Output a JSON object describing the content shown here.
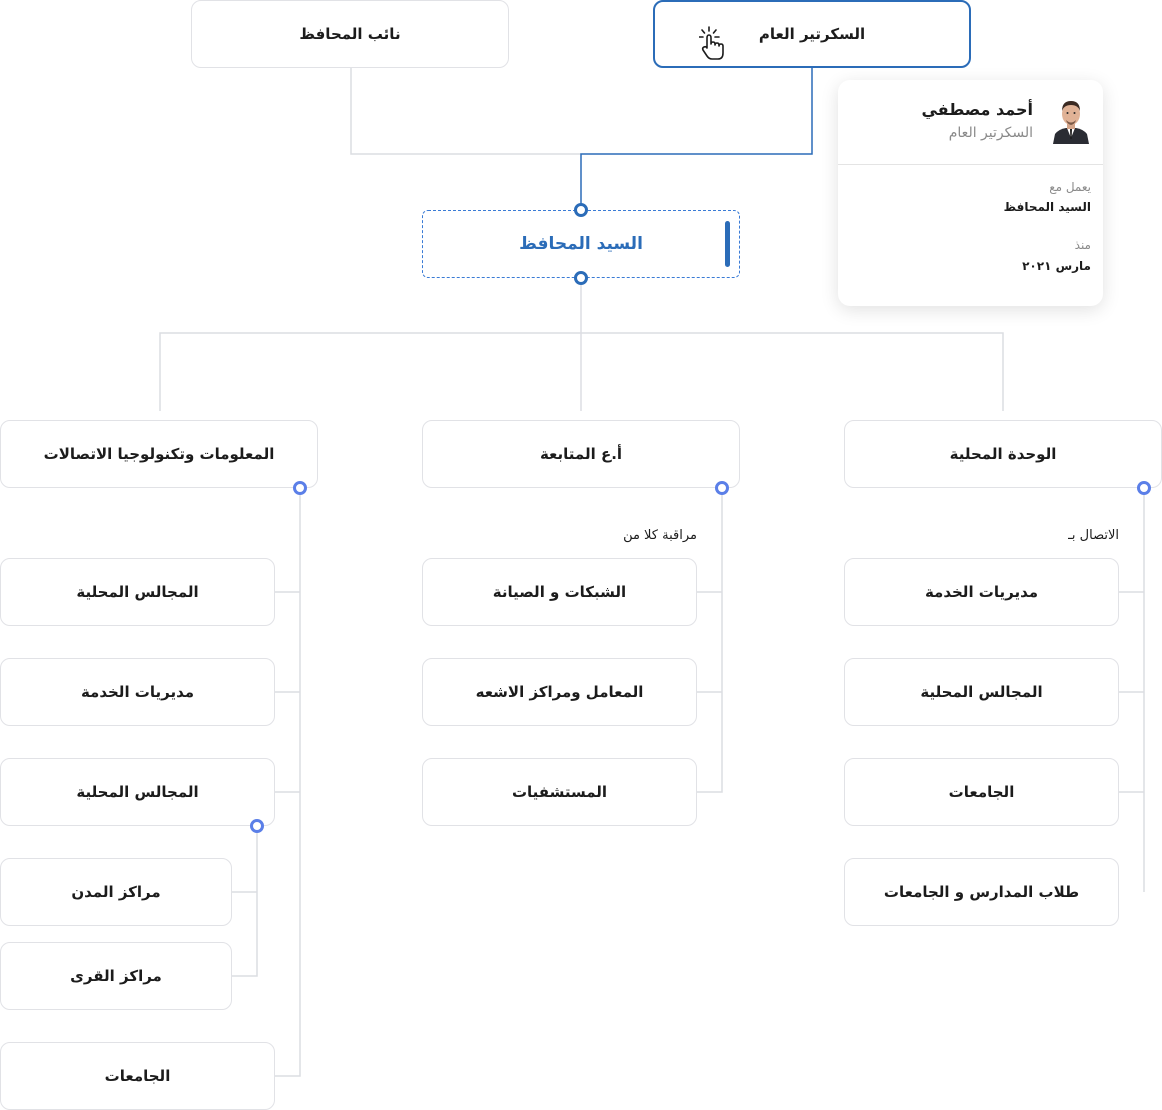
{
  "top": {
    "deputy": "نائب المحافظ",
    "secretary": "السكرتير العام"
  },
  "center": {
    "governor": "السيد المحافظ"
  },
  "profile_card": {
    "name": "أحمد مصطفي",
    "role": "السكرتير العام",
    "works_with_label": "يعمل مع",
    "works_with_value": "السيد المحافظ",
    "since_label": "منذ",
    "since_value": "مارس ٢٠٢١"
  },
  "columns": {
    "local_unit": {
      "title": "الوحدة المحلية",
      "caption": "الاتصال بـ",
      "items": [
        "مديريات الخدمة",
        "المجالس المحلية",
        "الجامعات",
        "طلاب المدارس و الجامعات"
      ]
    },
    "follow_up": {
      "title": "أ.ع المتابعة",
      "caption": "مراقبة كلا من",
      "items": [
        "الشبكات و الصيانة",
        "المعامل ومراكز الاشعه",
        "المستشفيات"
      ]
    },
    "ict": {
      "title": "المعلومات وتكنولوجيا الاتصالات",
      "items": [
        "المجالس المحلية",
        "مديريات الخدمة",
        "المجالس المحلية"
      ],
      "sub_items": [
        "مراكز المدن",
        "مراكز القرى"
      ],
      "last_item": "الجامعات"
    }
  },
  "colors": {
    "accent": "#2b6cb8",
    "dot": "#5b7fe8",
    "line": "#dcdde2",
    "text": "#1c1c1c"
  }
}
